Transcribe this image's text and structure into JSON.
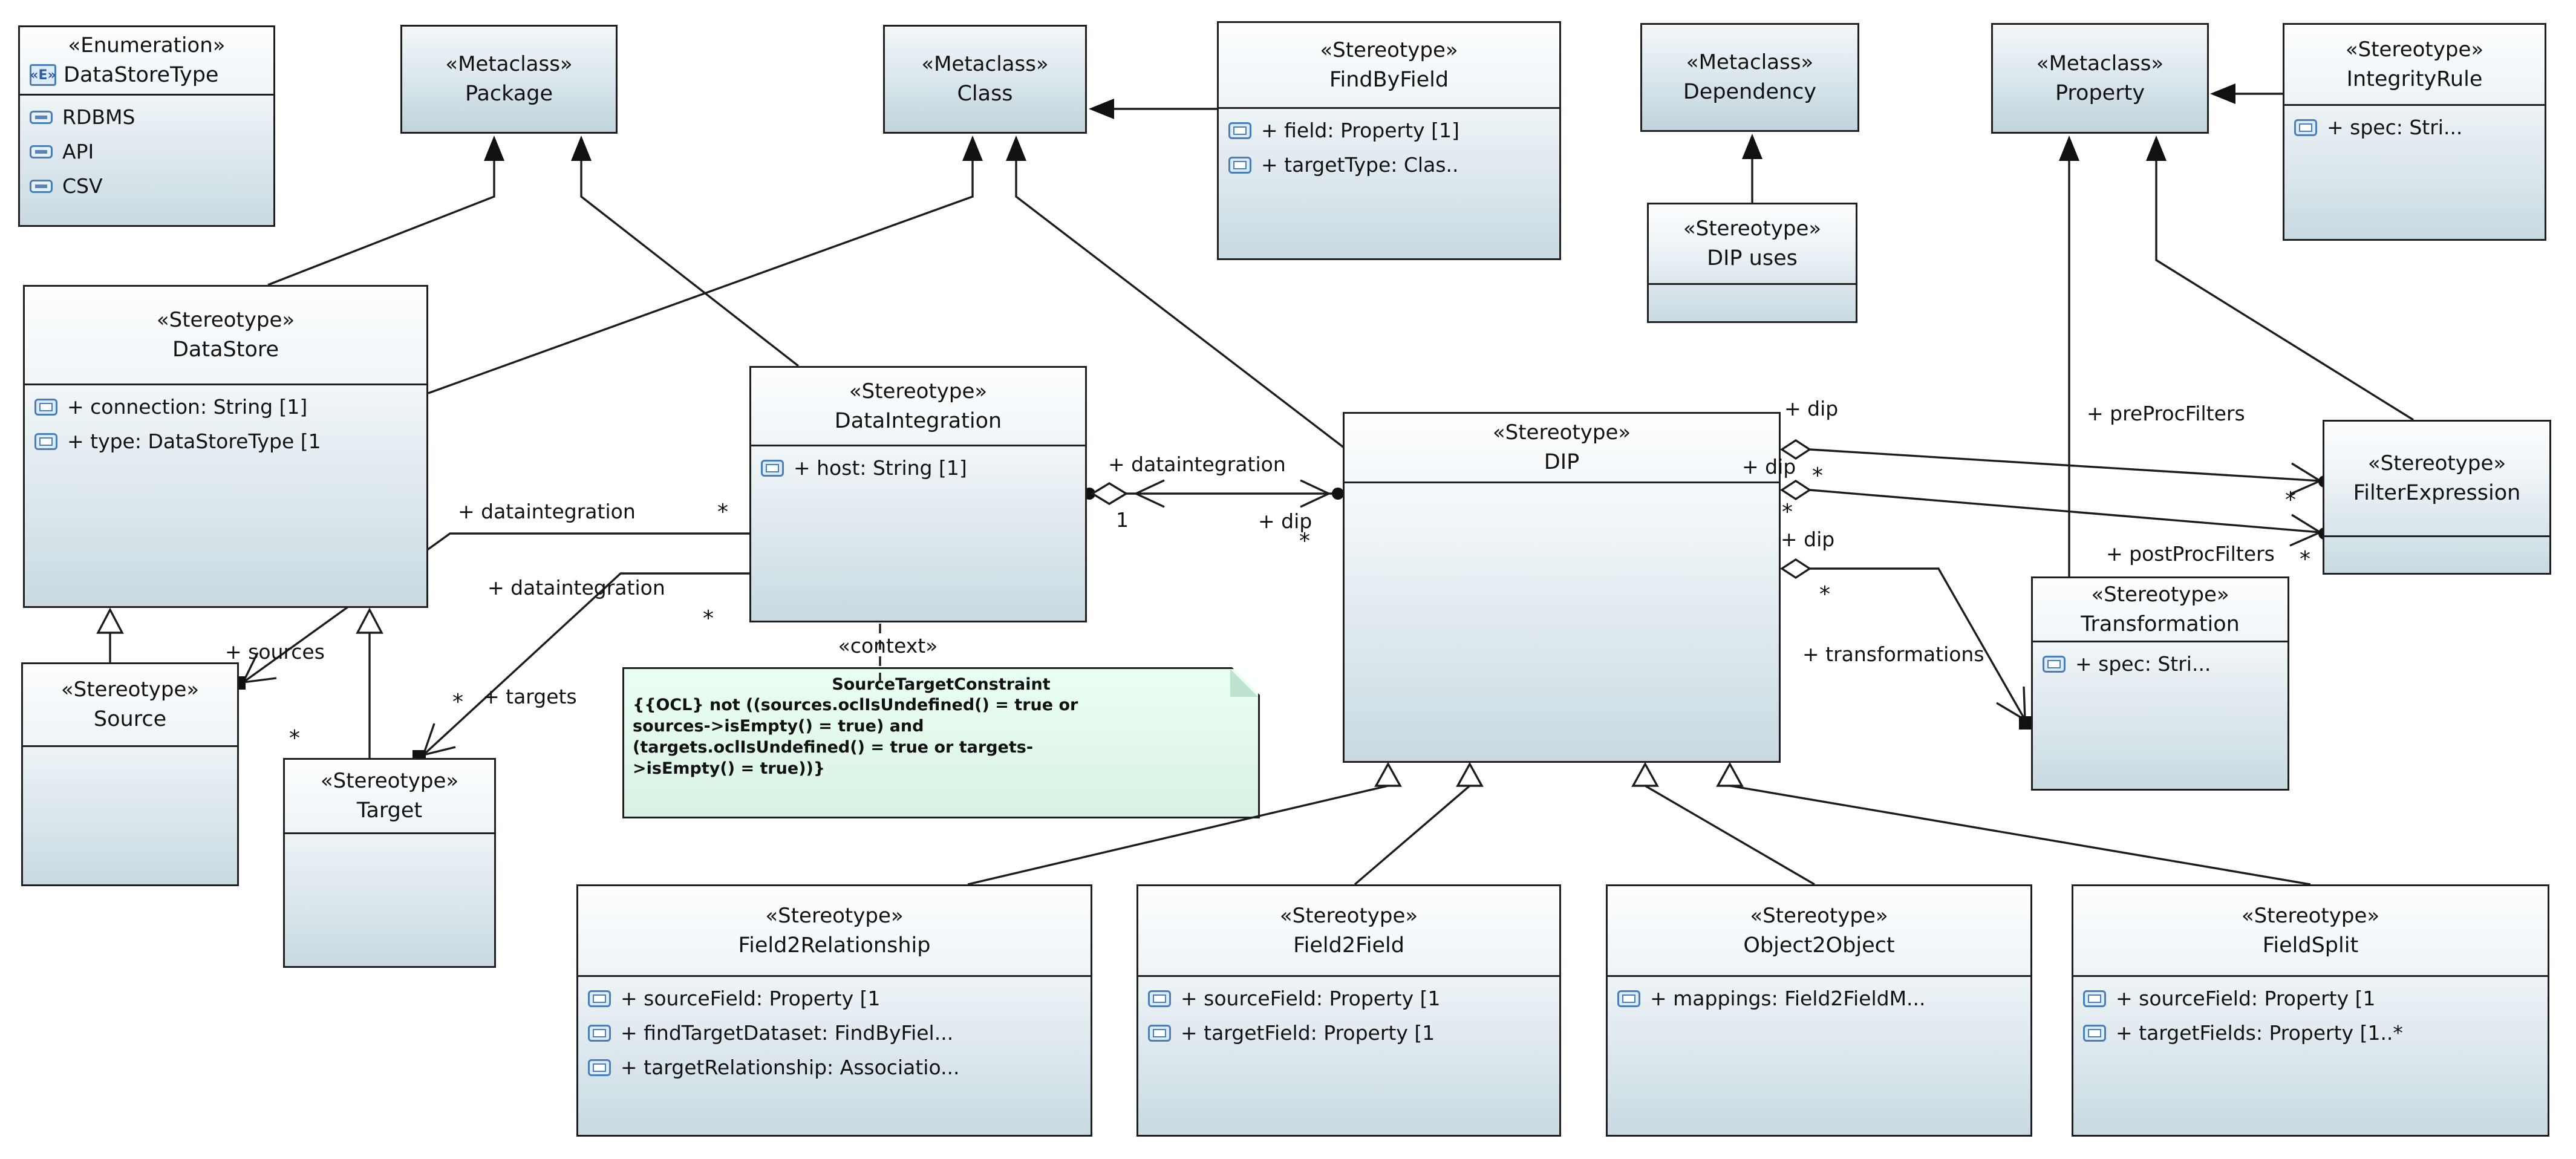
{
  "diagram": {
    "kind": "uml-profile-class-diagram"
  },
  "colors": {
    "box_border": "#1f1f1f",
    "box_fill_top": "#fdfeff",
    "box_fill_bottom": "#c9dae2",
    "note_fill_top": "#e9fff3",
    "note_fill_bottom": "#d9f2e4",
    "icon_blue": "#4a7ebb"
  },
  "boxes": {
    "datastoretype": {
      "stereotype": "«Enumeration»",
      "name": "DataStoreType",
      "literals": [
        "RDBMS",
        "API",
        "CSV"
      ]
    },
    "package": {
      "stereotype": "«Metaclass»",
      "name": "Package"
    },
    "class": {
      "stereotype": "«Metaclass»",
      "name": "Class"
    },
    "findbyfield": {
      "stereotype": "«Stereotype»",
      "name": "FindByField",
      "attributes": [
        "+ field: Property [1]",
        "+ targetType: Clas.."
      ]
    },
    "dependency": {
      "stereotype": "«Metaclass»",
      "name": "Dependency"
    },
    "dipuses": {
      "stereotype": "«Stereotype»",
      "name": "DIP uses"
    },
    "property": {
      "stereotype": "«Metaclass»",
      "name": "Property"
    },
    "integrityrule": {
      "stereotype": "«Stereotype»",
      "name": "IntegrityRule",
      "attributes": [
        "+ spec: Stri..."
      ]
    },
    "datastore": {
      "stereotype": "«Stereotype»",
      "name": "DataStore",
      "attributes": [
        "+ connection: String [1]",
        "+ type: DataStoreType [1"
      ]
    },
    "dataintegration": {
      "stereotype": "«Stereotype»",
      "name": "DataIntegration",
      "attributes": [
        "+ host: String [1]"
      ]
    },
    "dip": {
      "stereotype": "«Stereotype»",
      "name": "DIP"
    },
    "filterexpression": {
      "stereotype": "«Stereotype»",
      "name": "FilterExpression"
    },
    "transformation": {
      "stereotype": "«Stereotype»",
      "name": "Transformation",
      "attributes": [
        "+ spec: Stri..."
      ]
    },
    "source": {
      "stereotype": "«Stereotype»",
      "name": "Source"
    },
    "target": {
      "stereotype": "«Stereotype»",
      "name": "Target"
    },
    "field2relationship": {
      "stereotype": "«Stereotype»",
      "name": "Field2Relationship",
      "attributes": [
        "+ sourceField: Property [1",
        "+ findTargetDataset: FindByFiel...",
        "+ targetRelationship: Associatio..."
      ]
    },
    "field2field": {
      "stereotype": "«Stereotype»",
      "name": "Field2Field",
      "attributes": [
        "+ sourceField: Property [1",
        "+ targetField: Property [1"
      ]
    },
    "object2object": {
      "stereotype": "«Stereotype»",
      "name": "Object2Object",
      "attributes": [
        "+ mappings: Field2FieldM..."
      ]
    },
    "fieldsplit": {
      "stereotype": "«Stereotype»",
      "name": "FieldSplit",
      "attributes": [
        "+ sourceField: Property [1",
        "+ targetFields: Property [1..*"
      ]
    }
  },
  "note": {
    "title": "SourceTargetConstraint",
    "lines": [
      "{{OCL} not ((sources.oclIsUndefined() = true or",
      "sources->isEmpty() = true) and",
      "(targets.oclIsUndefined() = true or targets-",
      ">isEmpty() = true))}"
    ]
  },
  "labels": {
    "context": "«context»",
    "dataintegration": "+ dataintegration",
    "dip": "+ dip",
    "sources": "+ sources",
    "targets": "+ targets",
    "transformations": "+ transformations",
    "preProcFilters": "+ preProcFilters",
    "postProcFilters": "+ postProcFilters",
    "one": "1",
    "many": "*"
  }
}
